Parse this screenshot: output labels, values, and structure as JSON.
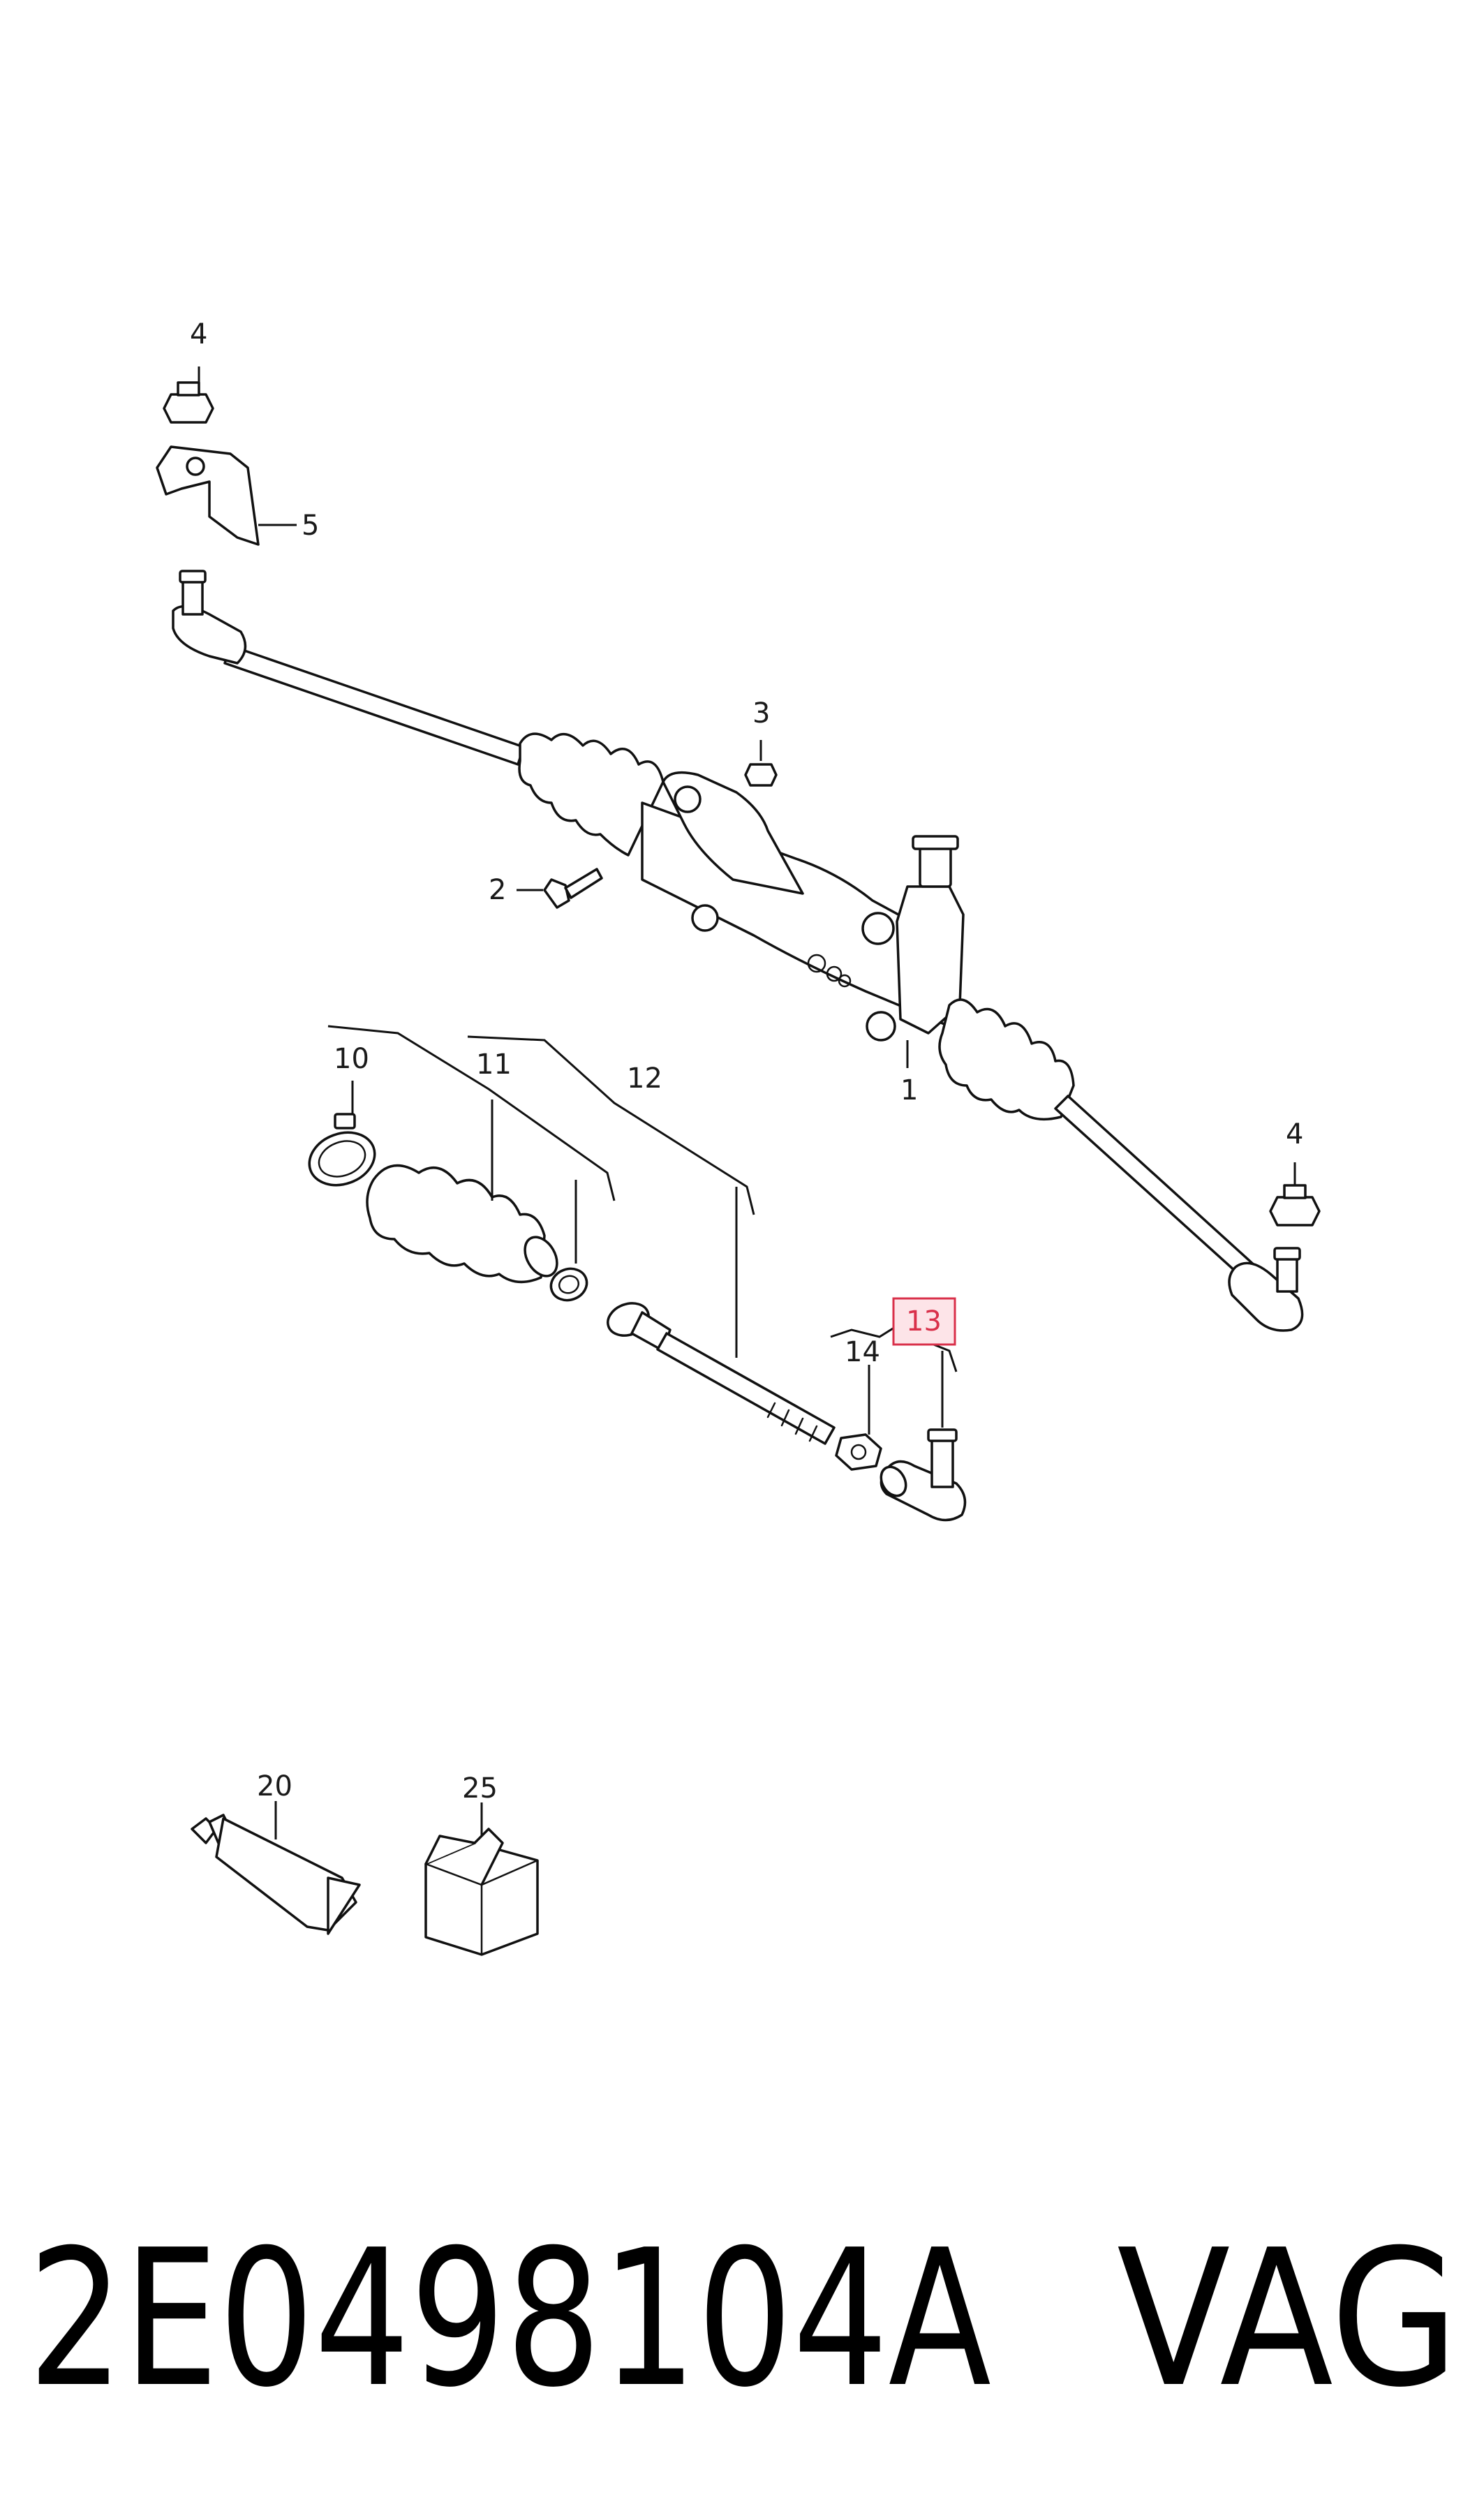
{
  "callouts": {
    "c1": "1",
    "c2": "2",
    "c3": "3",
    "c4a": "4",
    "c4b": "4",
    "c5": "5",
    "c10": "10",
    "c11": "11",
    "c12": "12",
    "c13": "13",
    "c14": "14",
    "c20": "20",
    "c25": "25"
  },
  "caption": {
    "part_number": "2E0498104A",
    "brand": "VAG"
  },
  "colors": {
    "highlight": "#d9304a",
    "highlight_fill": "#fde4e8",
    "line": "#111111"
  }
}
